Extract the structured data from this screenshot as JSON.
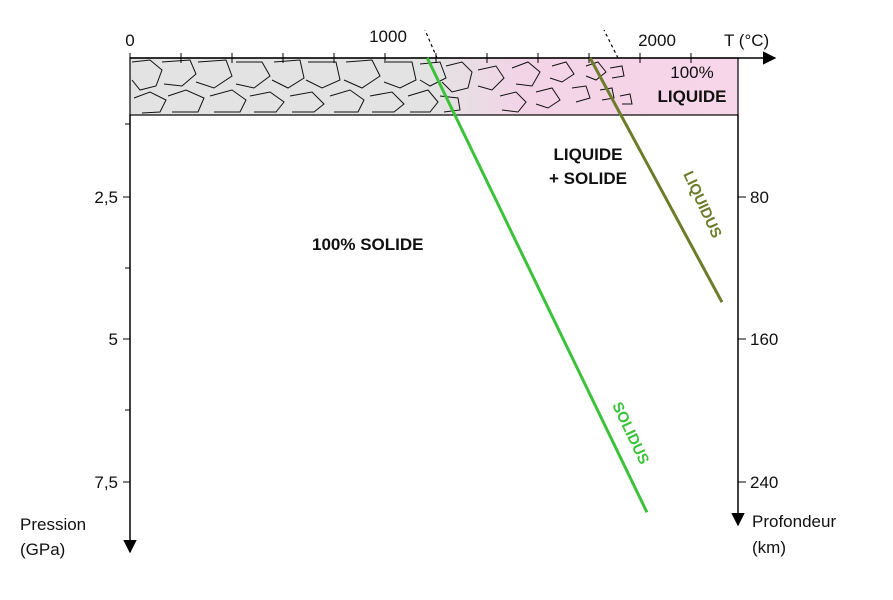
{
  "chart_data": {
    "type": "line",
    "top_axis": {
      "label": "T (°C)",
      "ticks": [
        "0",
        "1000",
        "2000"
      ]
    },
    "left_axis": {
      "label_line1": "Pression",
      "label_line2": "(GPa)",
      "ticks": [
        "2,5",
        "5",
        "7,5"
      ]
    },
    "right_axis": {
      "label_line1": "Profondeur",
      "label_line2": "(km)",
      "ticks": [
        "80",
        "160",
        "240"
      ]
    },
    "regions": {
      "solid": "100% SOLIDE",
      "mix_line1": "LIQUIDE",
      "mix_line2": "+ SOLIDE",
      "liquid_line1": "100%",
      "liquid_line2": "LIQUIDE"
    },
    "series": [
      {
        "name": "SOLIDUS",
        "color": "#3cc23a",
        "points": [
          [
            1150,
            0
          ],
          [
            2000,
            8
          ]
        ]
      },
      {
        "name": "LIQUIDUS",
        "color": "#6b7d2a",
        "points": [
          [
            1780,
            0
          ],
          [
            2290,
            4.3
          ]
        ]
      }
    ],
    "colors": {
      "solid_band": "#e6e6e6",
      "liquid_band": "#f8d8ea",
      "axis": "#000000"
    }
  }
}
